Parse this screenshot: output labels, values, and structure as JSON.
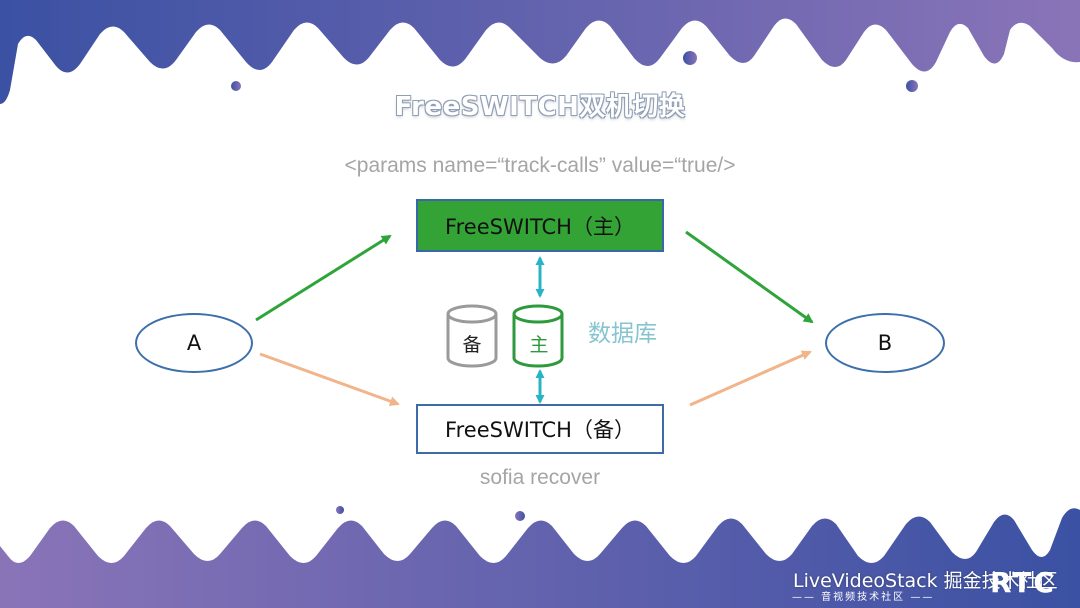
{
  "slide": {
    "title": "FreeSWITCH双机切换",
    "params": "<params name=“track-calls” value=“true/>",
    "colors": {
      "band_left": "#3b51a3",
      "band_right": "#8a74b8",
      "primary_fill": "#33a336",
      "border_blue": "#3868a8",
      "arrow_green": "#2ea43a",
      "arrow_orange": "#f2b48a",
      "arrow_cyan": "#27b4c6",
      "db_gray": "#9a9a9a",
      "db_green": "#2f9a3c",
      "db_text": "#86c4d0"
    }
  },
  "diagram": {
    "nodes": {
      "a": "A",
      "b": "B",
      "primary": "FreeSWITCH（主）",
      "backup": "FreeSWITCH（备）"
    },
    "databases": {
      "backup_label": "备",
      "primary_label": "主",
      "text": "数据库"
    },
    "sofia": "sofia recover"
  },
  "watermark": {
    "brand": "LiveVideoStack 掘金技术社区",
    "sub": "—— 音视频技术社区 ——",
    "logo": "RTC"
  }
}
